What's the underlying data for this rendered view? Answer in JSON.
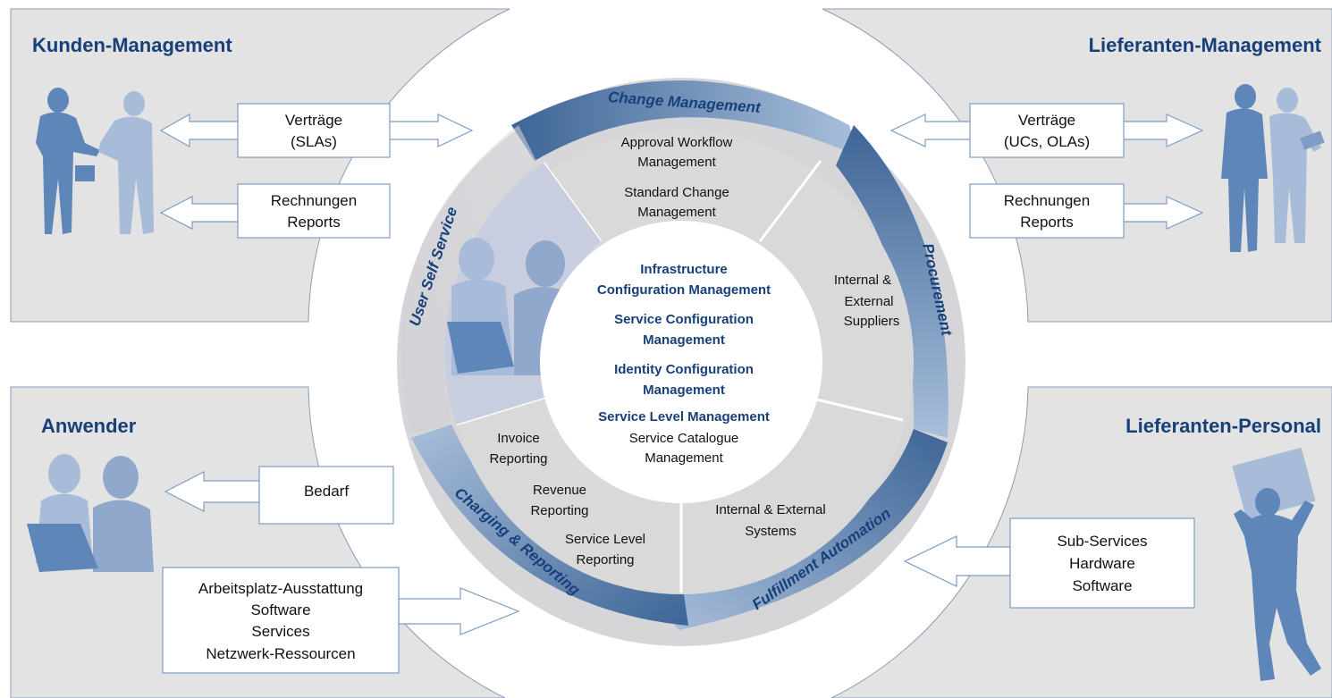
{
  "panels": {
    "top_left_title": "Kunden-Management",
    "top_right_title": "Lieferanten-Management",
    "bottom_left_title": "Anwender",
    "bottom_right_title": "Lieferanten-Personal"
  },
  "boxes": {
    "tl_contracts": [
      "Verträge",
      "(SLAs)"
    ],
    "tl_invoices": [
      "Rechnungen",
      "Reports"
    ],
    "tr_contracts": [
      "Verträge",
      "(UCs, OLAs)"
    ],
    "tr_invoices": [
      "Rechnungen",
      "Reports"
    ],
    "bl_demand": [
      "Bedarf"
    ],
    "bl_supply": [
      "Arbeitsplatz-Ausstattung",
      "Software",
      "Services",
      "Netzwerk-Ressourcen"
    ],
    "br_supply": [
      "Sub-Services",
      "Hardware",
      "Software"
    ]
  },
  "ring": {
    "change_management": "Change Management",
    "procurement": "Procurement",
    "fulfillment_automation": "Fulfillment Automation",
    "charging_reporting": "Charging & Reporting",
    "user_self_service": "User Self Service"
  },
  "segments": {
    "top": [
      "Approval Workflow",
      "Management",
      "Standard Change",
      "Management"
    ],
    "right": [
      "Internal &",
      "External",
      "Suppliers"
    ],
    "bottom_right": [
      "Internal & External",
      "Systems"
    ],
    "bottom_left": [
      "Invoice",
      "Reporting",
      "Revenue",
      "Reporting",
      "Service Level",
      "Reporting"
    ]
  },
  "core": {
    "items": [
      "Infrastructure",
      "Configuration Management",
      "Service Configuration",
      "Management",
      "Identity Configuration",
      "Management",
      "Service Level Management"
    ],
    "plain": [
      "Service Catalogue",
      "Management"
    ]
  },
  "colors": {
    "panel": "#e3e3e3",
    "ring_light": "#d9d9d9",
    "ring_arrow_dark": "#3d6596",
    "ring_arrow_light": "#a9bfdb",
    "title": "#17407a",
    "silhouette_dark": "#5e86b8",
    "silhouette_light": "#a8bcd9"
  },
  "icons": [
    "handshake-people-icon",
    "business-people-icon",
    "office-workers-icon",
    "delivery-person-icon",
    "double-arrow-icon",
    "left-arrow-icon",
    "right-arrow-icon"
  ]
}
